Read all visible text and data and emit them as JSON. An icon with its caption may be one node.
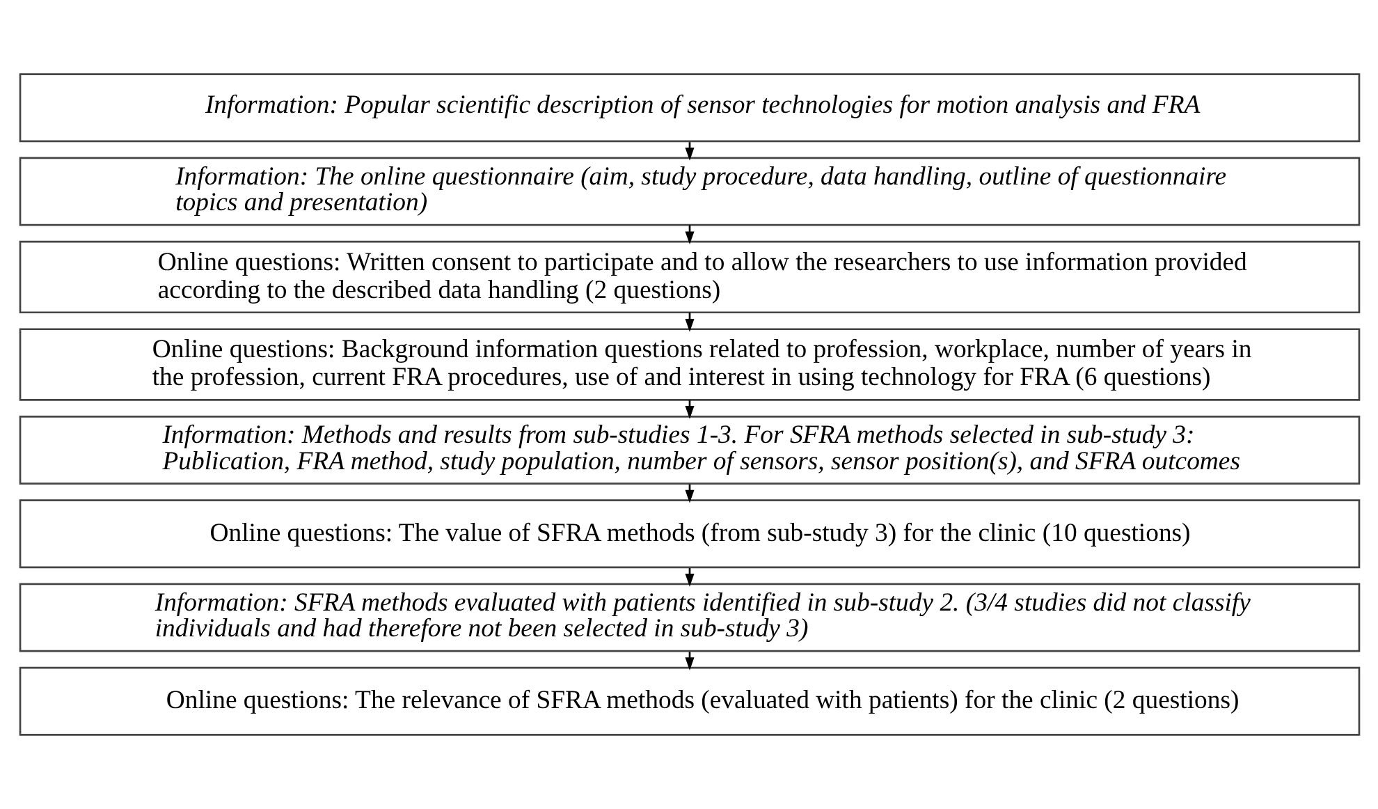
{
  "diagram": {
    "nodes": [
      {
        "text": [
          "Information: Popular scientific description of sensor technologies for motion analysis and FRA"
        ]
      },
      {
        "text": [
          "Information: The online questionnaire (aim, study procedure, data handling, outline of questionnaire topics and presentation)"
        ]
      },
      {
        "text": [
          "Online questions: Written consent to participate and to allow the researchers to use information provided according to the described data handling (2 questions)"
        ]
      },
      {
        "text": [
          "Online questions: Background information questions related to profession, workplace, number of years in the profession, current FRA procedures, use of and interest in using technology for FRA (6 questions)"
        ]
      },
      {
        "text": [
          "Information: Methods and results from sub-studies 1-3. For SFRA methods selected in sub-study 3: Publication, FRA method, study population, number of sensors, sensor position(s), and SFRA outcomes"
        ]
      },
      {
        "text": [
          "Online questions: The value of SFRA methods (from sub-study 3) for the clinic (10 questions)"
        ]
      },
      {
        "text": [
          "Information: SFRA methods evaluated with patients identified in sub-study 2. (3/4 studies did not classify individuals and had therefore not been selected in sub-study 3)"
        ]
      },
      {
        "text": [
          "Online questions: The relevance of SFRA methods (evaluated with patients) for the clinic (2 questions)"
        ]
      }
    ],
    "edges": [
      {
        "from": 0,
        "to": 1,
        "arrow": "to"
      },
      {
        "from": 1,
        "to": 2,
        "arrow": "to"
      },
      {
        "from": 2,
        "to": 3,
        "arrow": "to"
      },
      {
        "from": 3,
        "to": 4,
        "arrow": "to"
      },
      {
        "from": 4,
        "to": 5,
        "arrow": "to"
      },
      {
        "from": 5,
        "to": 6,
        "arrow": "to"
      },
      {
        "from": 6,
        "to": 7,
        "arrow": "to"
      }
    ]
  }
}
